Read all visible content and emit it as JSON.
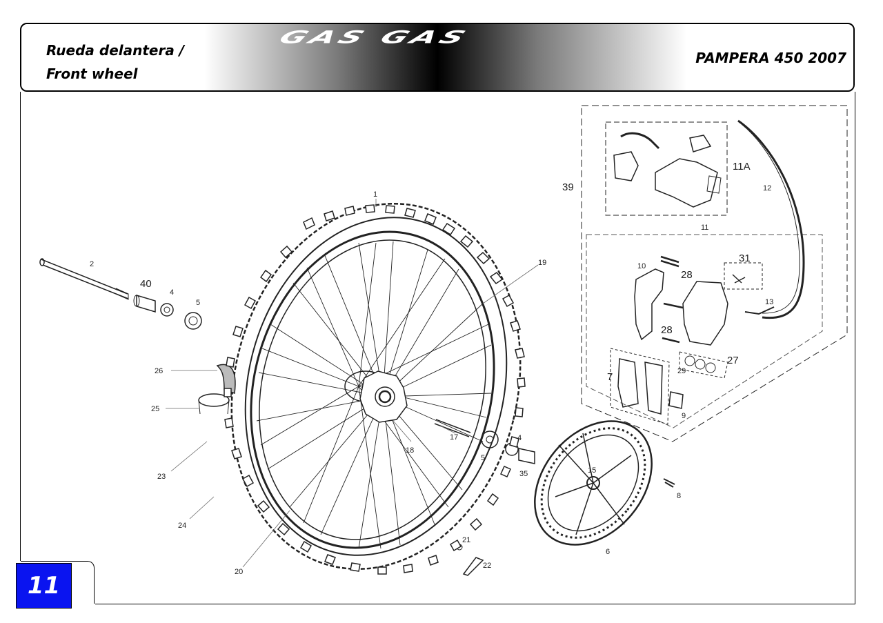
{
  "header": {
    "title_es": "Rueda delantera /",
    "title_en": "Front wheel",
    "brand": "GAS GAS",
    "model": "PAMPERA 450 2007"
  },
  "page_number": "11",
  "callouts": {
    "c1": "1",
    "c2": "2",
    "c4a": "4",
    "c4b": "4",
    "c5a": "5",
    "c5b": "5",
    "c6": "6",
    "c7": "7",
    "c8": "8",
    "c9": "9",
    "c10": "10",
    "c11": "11",
    "c11a": "11A",
    "c12": "12",
    "c13": "13",
    "c15": "15",
    "c17": "17",
    "c18": "18",
    "c19": "19",
    "c20": "20",
    "c21": "21",
    "c22": "22",
    "c23": "23",
    "c24": "24",
    "c25": "25",
    "c26": "26",
    "c27": "27",
    "c28a": "28",
    "c28b": "28",
    "c29": "29",
    "c31": "31",
    "c35": "35",
    "c39": "39",
    "c40": "40"
  },
  "colors": {
    "badge": "#0a14f0",
    "line": "#222222"
  }
}
